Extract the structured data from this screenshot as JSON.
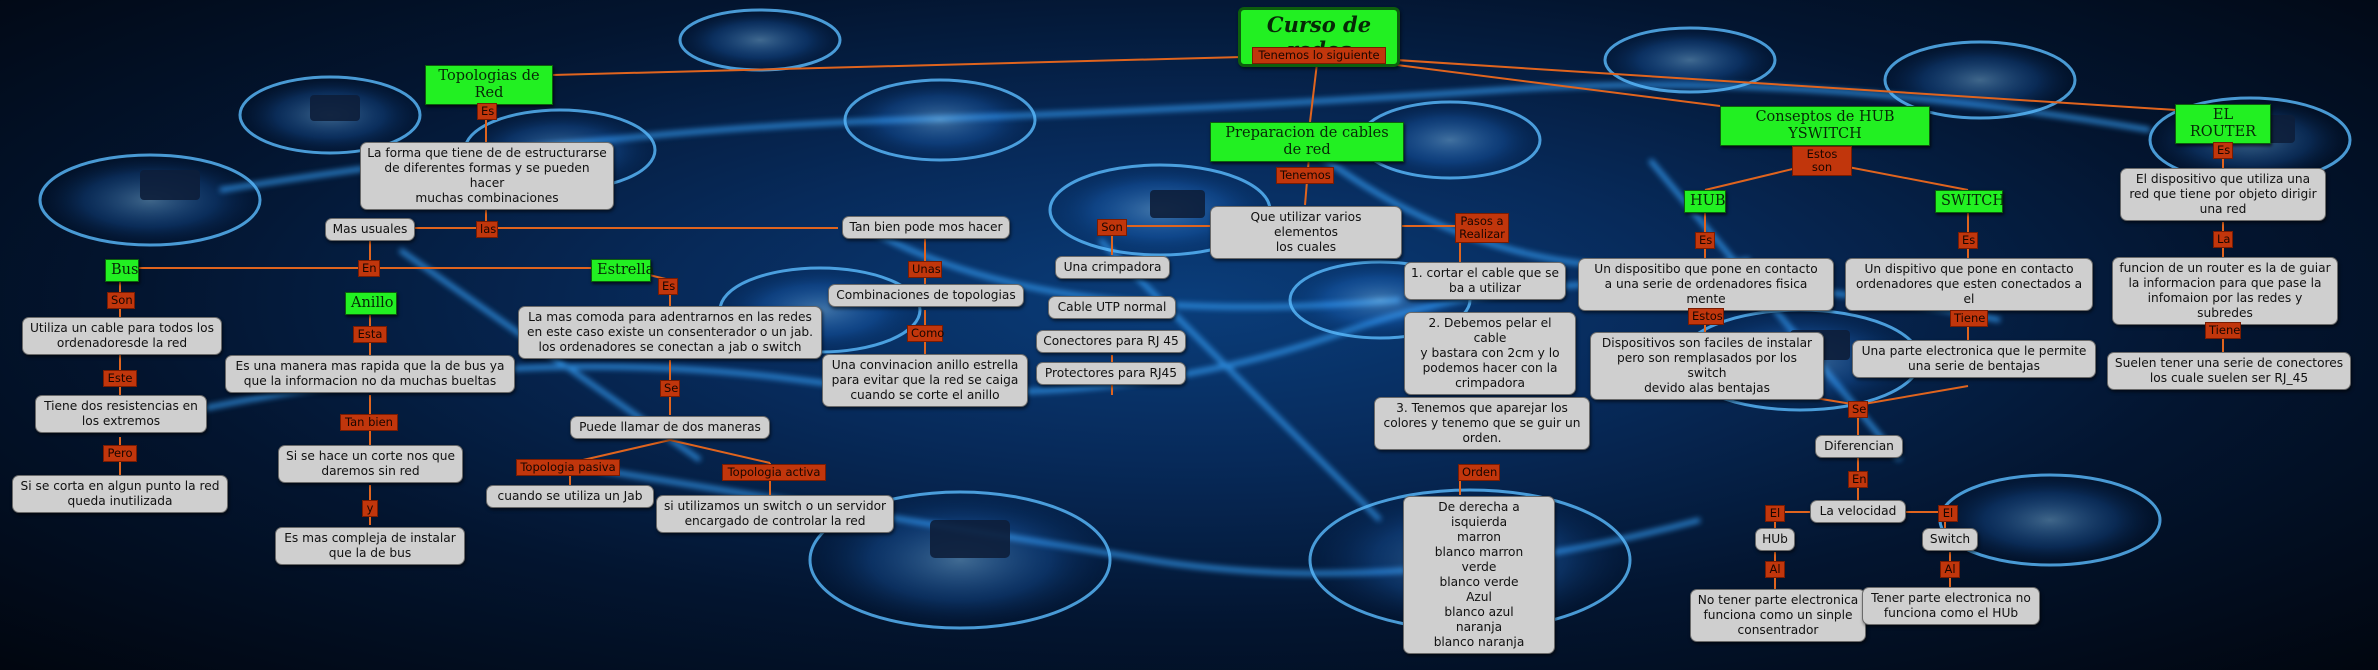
{
  "colors": {
    "main_node": "#22f022",
    "link_label": "#c1360c",
    "concept_box": "#cfcfcf",
    "connector": "#e0641e",
    "background_glow": "#1c8bff"
  },
  "title": "Curso de redes",
  "links": {
    "tenemos_lo_siguiente": "Tenemos lo siguiente",
    "es_topologias": "Es",
    "las": "las",
    "en": "En",
    "son_bus": "Son",
    "este": "Este",
    "pero": "Pero",
    "esta_anillo": "Esta",
    "tan_bien": "Tan bien",
    "y": "y",
    "es_estrella": "Es",
    "se_estrella": "Se",
    "topologia_pasiva": "Topologia pasiva",
    "topologia_activa": "Topologia activa",
    "unas": "Unas",
    "como": "Como",
    "tenemos": "Tenemos",
    "son_cables": "Son",
    "pasos_a_realizar": "Pasos a\nRealizar",
    "orden": "Orden",
    "estos_son": "Estos son",
    "es_hub": "Es",
    "estos": "Estos",
    "es_switch": "Es",
    "tiene": "Tiene",
    "se_diferencian": "Se",
    "en_velocidad": "En",
    "el_hub": "El",
    "el_switch": "El",
    "al_hub": "Al",
    "al_switch": "Al",
    "es_router": "Es",
    "la": "La",
    "tiene_router": "Tiene"
  },
  "nodes": {
    "topologias": "Topologias de Red",
    "topologias_def": "La forma que tiene de de estructurarse\nde diferentes formas y se pueden hacer\nmuchas combinaciones",
    "mas_usuales": "Mas usuales",
    "tan_bien_pode": "Tan bien pode mos hacer",
    "bus": "Bus",
    "anillo": "Anillo",
    "estrella": "Estrella",
    "bus_def": "Utiliza un cable para todos los\nordenadoresde la red",
    "bus_resist": "Tiene dos resistencias en\nlos extremos",
    "bus_corte": "Si se corta en algun punto la red\nqueda inutilizada",
    "anillo_def": "Es una manera mas rapida que la de bus ya\nque la informacion no da muchas bueltas",
    "anillo_corte": "Si se hace un corte nos que\ndaremos sin red",
    "anillo_compleja": "Es mas compleja de instalar\nque la de bus",
    "estrella_def": "La mas comoda para adentrarnos en las redes\nen este caso existe un consenterador o un jab.\nlos ordenadores se conectan a jab o switch",
    "dos_maneras": "Puede llamar de dos maneras",
    "pasiva_def": "cuando se utiliza un Jab",
    "activa_def": "si utilizamos un switch o un servidor\nencargado de controlar la red",
    "combinaciones": "Combinaciones de topologias",
    "combinacion_def": "Una convinacion anillo estrella\npara evitar que la red se caiga\ncuando se corte el anillo",
    "preparacion": "Preparacion de cables de red",
    "varios_elementos": "Que utilizar varios elementos\nlos cuales",
    "crimpadora": "Una crimpadora",
    "cable_utp": "Cable UTP normal",
    "conectores": "Conectores para RJ 45",
    "protectores": "Protectores para RJ45",
    "paso1": "1. cortar el cable que se\nba a utilizar",
    "paso2": "2. Debemos pelar el cable\ny bastara con 2cm y lo\npodemos hacer con la\ncrimpadora",
    "paso3": "3. Tenemos que aparejar los\ncolores y tenemo que se guir un\norden.",
    "orden_colores": "De derecha a isquierda\nmarron\nblanco marron\nverde\nblanco verde\nAzul\nblanco azul\nnaranja\nblanco naranja",
    "hub_switch": "Conseptos de HUB YSWITCH",
    "hub": "HUB",
    "switch": "SWITCH",
    "hub_def": "Un dispositibo que pone en contacto\na una serie de ordenadores fisica mente",
    "hub_facil": "Dispositivos son faciles de instalar\npero son remplasados por los switch\ndevido alas bentajas",
    "switch_def": "Un dispitivo que pone en contacto\nordenadores que esten conectados a el",
    "switch_parte": "Una parte electronica que le permite\nuna serie de bentajas",
    "diferencian": "Diferencian",
    "velocidad": "La velocidad",
    "hub_small": "HUb",
    "switch_small": "Switch",
    "hub_no_parte": "No tener parte electronica\nfunciona como un sinple\nconsentrador",
    "switch_tener_parte": "Tener parte electronica no\nfunciona como el HUb",
    "router": "EL ROUTER",
    "router_def": "El dispositivo que utiliza una\nred que tiene por objeto dirigir\nuna red",
    "router_funcion": "funcion de un router es la de guiar\nla informacion para que pase la\ninfomaion por las redes y subredes",
    "router_conectores": "Suelen tener una serie de conectores\nlos cuale suelen ser RJ_45"
  }
}
